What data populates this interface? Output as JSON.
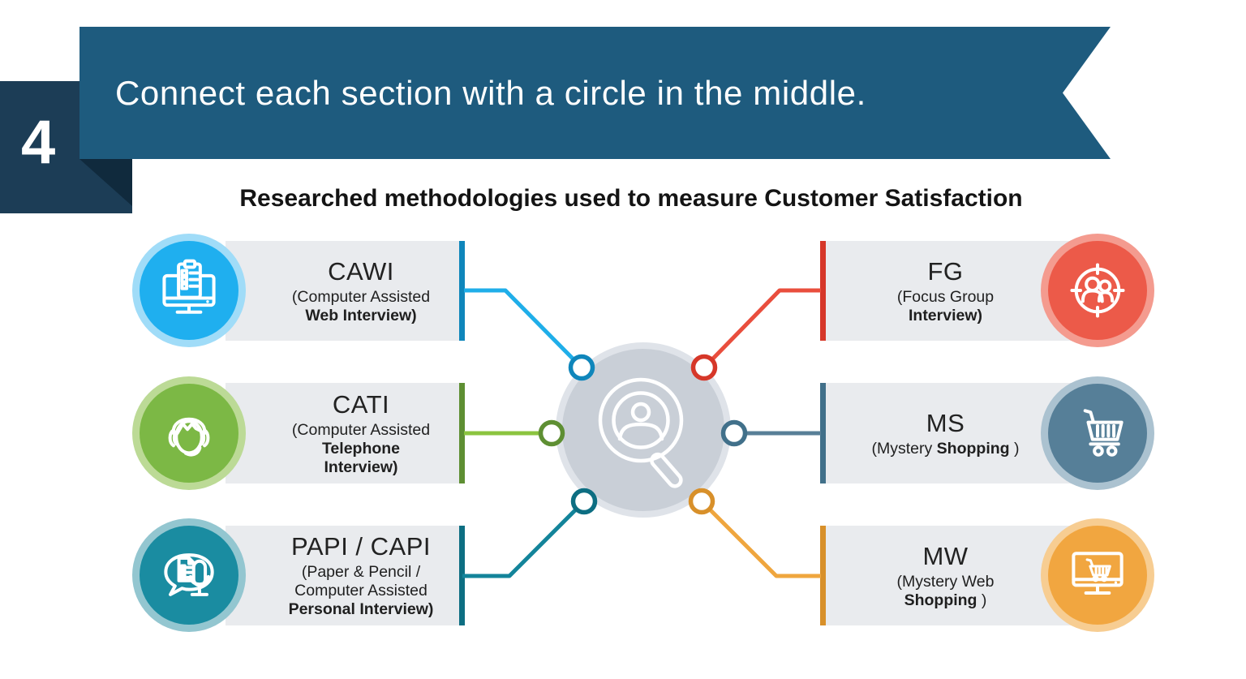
{
  "page_number": "4",
  "banner": {
    "title": "Connect each section with a circle in the middle."
  },
  "heading": "Researched methodologies used to measure Customer Satisfaction",
  "theme": {
    "banner": "#1E5B7E",
    "tab": "#1C3D56",
    "tab_fold": "#102A3D",
    "bar": "#E9EBEE",
    "center_fill": "#C9CFD7",
    "center_ring": "#DFE3E9",
    "heading_text": "#141414",
    "body_text": "#1F1F1F"
  },
  "center": {
    "icon": "magnifier-person-icon"
  },
  "items": [
    {
      "id": "cawi",
      "side": "left",
      "acronym": "CAWI",
      "icon": "monitor-checklist-icon",
      "lines": [
        [
          {
            "t": "(Computer Assisted",
            "b": false
          }
        ],
        [
          {
            "t": "Web Interview)",
            "b": true
          }
        ]
      ],
      "colors": {
        "main": "#1FAFEF",
        "ring": "#A0DCF8",
        "line": "#1FAEE9",
        "accent": "#0F86BB"
      }
    },
    {
      "id": "cati",
      "side": "left",
      "acronym": "CATI",
      "icon": "headset-person-icon",
      "lines": [
        [
          {
            "t": "(Computer Assisted",
            "b": false
          }
        ],
        [
          {
            "t": "Telephone",
            "b": true
          }
        ],
        [
          {
            "t": "Interview)",
            "b": true
          }
        ]
      ],
      "colors": {
        "main": "#7CB845",
        "ring": "#BCDA96",
        "line": "#8BC43F",
        "accent": "#5E8F33"
      }
    },
    {
      "id": "papi-capi",
      "side": "left",
      "acronym": "PAPI / CAPI",
      "icon": "speech-bubble-mic-icon",
      "lines": [
        [
          {
            "t": "(Paper & Pencil /",
            "b": false
          }
        ],
        [
          {
            "t": "Computer Assisted",
            "b": false
          }
        ],
        [
          {
            "t": "Personal Interview)",
            "b": true
          }
        ]
      ],
      "colors": {
        "main": "#1A8CA1",
        "ring": "#93C6D0",
        "line": "#13849A",
        "accent": "#0D6E82"
      }
    },
    {
      "id": "fg",
      "side": "right",
      "acronym": "FG",
      "icon": "focus-group-target-icon",
      "lines": [
        [
          {
            "t": "(Focus Group",
            "b": false
          }
        ],
        [
          {
            "t": "Interview)",
            "b": true
          }
        ]
      ],
      "colors": {
        "main": "#EC5A49",
        "ring": "#F49B8F",
        "line": "#E94E3D",
        "accent": "#D63729"
      }
    },
    {
      "id": "ms",
      "side": "right",
      "acronym": "MS",
      "icon": "shopping-cart-icon",
      "lines": [
        [
          {
            "t": "(Mystery ",
            "b": false
          },
          {
            "t": "Shopping",
            "b": true
          },
          {
            "t": " )",
            "b": false
          }
        ]
      ],
      "colors": {
        "main": "#567F98",
        "ring": "#ABC2D0",
        "line": "#587F97",
        "accent": "#41708A"
      }
    },
    {
      "id": "mw",
      "side": "right",
      "acronym": "MW",
      "icon": "monitor-cart-icon",
      "lines": [
        [
          {
            "t": "(Mystery Web",
            "b": false
          }
        ],
        [
          {
            "t": "Shopping",
            "b": true
          },
          {
            "t": " )",
            "b": false
          }
        ]
      ],
      "colors": {
        "main": "#F1A640",
        "ring": "#F7CD92",
        "line": "#EFA63E",
        "accent": "#D8902A"
      }
    }
  ]
}
